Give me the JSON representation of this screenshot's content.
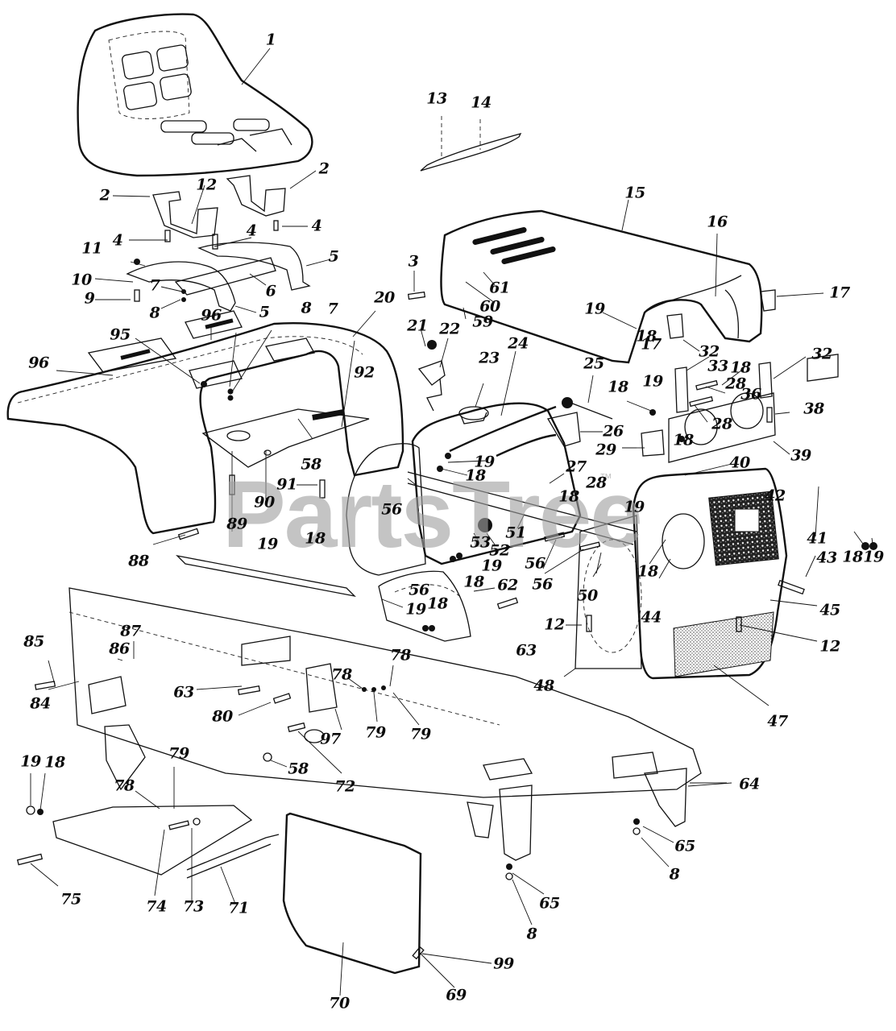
{
  "diagram": {
    "type": "exploded-parts-diagram",
    "subject": "Riding mower seat, hood, dash panel, frame and footrest assembly",
    "watermark": "PartsTree",
    "watermark_tm": "™"
  },
  "callouts": [
    {
      "id": "c1",
      "label": "1"
    },
    {
      "id": "c2a",
      "label": "2"
    },
    {
      "id": "c2b",
      "label": "2"
    },
    {
      "id": "c12a",
      "label": "12"
    },
    {
      "id": "c4a",
      "label": "4"
    },
    {
      "id": "c4b",
      "label": "4"
    },
    {
      "id": "c4c",
      "label": "4"
    },
    {
      "id": "c11",
      "label": "11"
    },
    {
      "id": "c10",
      "label": "10"
    },
    {
      "id": "c9",
      "label": "9"
    },
    {
      "id": "c7a",
      "label": "7"
    },
    {
      "id": "c8a",
      "label": "8"
    },
    {
      "id": "c5a",
      "label": "5"
    },
    {
      "id": "c5b",
      "label": "5"
    },
    {
      "id": "c6",
      "label": "6"
    },
    {
      "id": "c96a",
      "label": "96"
    },
    {
      "id": "c96b",
      "label": "96"
    },
    {
      "id": "c95",
      "label": "95"
    },
    {
      "id": "c8b",
      "label": "8"
    },
    {
      "id": "c7b",
      "label": "7"
    },
    {
      "id": "c20",
      "label": "20"
    },
    {
      "id": "c92",
      "label": "92"
    },
    {
      "id": "c58a",
      "label": "58"
    },
    {
      "id": "c89",
      "label": "89"
    },
    {
      "id": "c90",
      "label": "90"
    },
    {
      "id": "c91",
      "label": "91"
    },
    {
      "id": "c88",
      "label": "88"
    },
    {
      "id": "c13",
      "label": "13"
    },
    {
      "id": "c14",
      "label": "14"
    },
    {
      "id": "c15",
      "label": "15"
    },
    {
      "id": "c16",
      "label": "16"
    },
    {
      "id": "c17a",
      "label": "17"
    },
    {
      "id": "c17b",
      "label": "17"
    },
    {
      "id": "c3",
      "label": "3"
    },
    {
      "id": "c61",
      "label": "61"
    },
    {
      "id": "c60",
      "label": "60"
    },
    {
      "id": "c59",
      "label": "59"
    },
    {
      "id": "c19a",
      "label": "19"
    },
    {
      "id": "c18a",
      "label": "18"
    },
    {
      "id": "c21",
      "label": "21"
    },
    {
      "id": "c22",
      "label": "22"
    },
    {
      "id": "c23",
      "label": "23"
    },
    {
      "id": "c24",
      "label": "24"
    },
    {
      "id": "c25",
      "label": "25"
    },
    {
      "id": "c26",
      "label": "26"
    },
    {
      "id": "c29",
      "label": "29"
    },
    {
      "id": "c19b",
      "label": "19"
    },
    {
      "id": "c18b",
      "label": "18"
    },
    {
      "id": "c27",
      "label": "27"
    },
    {
      "id": "c28a",
      "label": "28"
    },
    {
      "id": "c56a",
      "label": "56"
    },
    {
      "id": "c32a",
      "label": "32"
    },
    {
      "id": "c32b",
      "label": "32"
    },
    {
      "id": "c33",
      "label": "33"
    },
    {
      "id": "c18c",
      "label": "18"
    },
    {
      "id": "c28b",
      "label": "28"
    },
    {
      "id": "c36",
      "label": "36"
    },
    {
      "id": "c28c",
      "label": "28"
    },
    {
      "id": "c18d",
      "label": "18"
    },
    {
      "id": "c19c",
      "label": "19"
    },
    {
      "id": "c18e",
      "label": "18"
    },
    {
      "id": "c38",
      "label": "38"
    },
    {
      "id": "c39",
      "label": "39"
    },
    {
      "id": "c40",
      "label": "40"
    },
    {
      "id": "c41",
      "label": "41"
    },
    {
      "id": "c42",
      "label": "42"
    },
    {
      "id": "c18f",
      "label": "18"
    },
    {
      "id": "c19d",
      "label": "19"
    },
    {
      "id": "c43",
      "label": "43"
    },
    {
      "id": "c18g",
      "label": "18"
    },
    {
      "id": "c19e",
      "label": "19"
    },
    {
      "id": "c18h",
      "label": "18"
    },
    {
      "id": "c44",
      "label": "44"
    },
    {
      "id": "c45",
      "label": "45"
    },
    {
      "id": "c12b",
      "label": "12"
    },
    {
      "id": "c12c",
      "label": "12"
    },
    {
      "id": "c47",
      "label": "47"
    },
    {
      "id": "c48",
      "label": "48"
    },
    {
      "id": "c50",
      "label": "50"
    },
    {
      "id": "c56b",
      "label": "56"
    },
    {
      "id": "c56c",
      "label": "56"
    },
    {
      "id": "c51",
      "label": "51"
    },
    {
      "id": "c52",
      "label": "52"
    },
    {
      "id": "c53",
      "label": "53"
    },
    {
      "id": "c19f",
      "label": "19"
    },
    {
      "id": "c18i",
      "label": "18"
    },
    {
      "id": "c62",
      "label": "62"
    },
    {
      "id": "c56d",
      "label": "56"
    },
    {
      "id": "c19g",
      "label": "19"
    },
    {
      "id": "c18j",
      "label": "18"
    },
    {
      "id": "c63a",
      "label": "63"
    },
    {
      "id": "c19h",
      "label": "19"
    },
    {
      "id": "c18k",
      "label": "18"
    },
    {
      "id": "c85",
      "label": "85"
    },
    {
      "id": "c86",
      "label": "86"
    },
    {
      "id": "c87",
      "label": "87"
    },
    {
      "id": "c84",
      "label": "84"
    },
    {
      "id": "c63b",
      "label": "63"
    },
    {
      "id": "c80",
      "label": "80"
    },
    {
      "id": "c78a",
      "label": "78"
    },
    {
      "id": "c78b",
      "label": "78"
    },
    {
      "id": "c79a",
      "label": "79"
    },
    {
      "id": "c79b",
      "label": "79"
    },
    {
      "id": "c97",
      "label": "97"
    },
    {
      "id": "c72",
      "label": "72"
    },
    {
      "id": "c58b",
      "label": "58"
    },
    {
      "id": "c79c",
      "label": "79"
    },
    {
      "id": "c78c",
      "label": "78"
    },
    {
      "id": "c19i",
      "label": "19"
    },
    {
      "id": "c18l",
      "label": "18"
    },
    {
      "id": "c75",
      "label": "75"
    },
    {
      "id": "c74",
      "label": "74"
    },
    {
      "id": "c73",
      "label": "73"
    },
    {
      "id": "c71",
      "label": "71"
    },
    {
      "id": "c70",
      "label": "70"
    },
    {
      "id": "c69",
      "label": "69"
    },
    {
      "id": "c99",
      "label": "99"
    },
    {
      "id": "c65a",
      "label": "65"
    },
    {
      "id": "c8c",
      "label": "8"
    },
    {
      "id": "c64",
      "label": "64"
    },
    {
      "id": "c65b",
      "label": "65"
    },
    {
      "id": "c8d",
      "label": "8"
    }
  ],
  "parts": [
    {
      "ref": "1",
      "name": "seat"
    },
    {
      "ref": "15",
      "name": "hood"
    },
    {
      "ref": "20",
      "name": "fender"
    },
    {
      "ref": "47",
      "name": "grille-panel"
    },
    {
      "ref": "70",
      "name": "side-panel"
    },
    {
      "ref": "71",
      "name": "footrest-bracket"
    },
    {
      "ref": "62",
      "name": "pulley-guard"
    },
    {
      "ref": "64",
      "name": "front-axle-bracket"
    }
  ]
}
